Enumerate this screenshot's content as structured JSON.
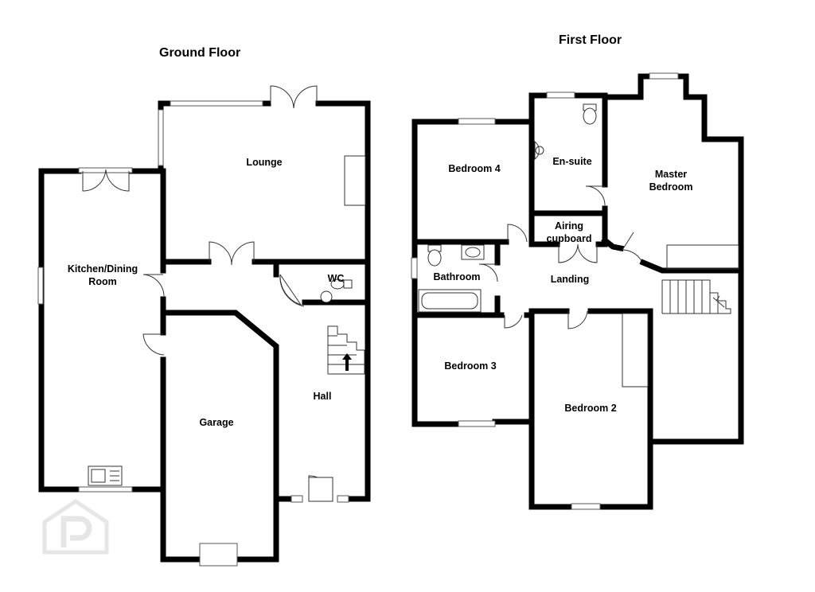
{
  "ground_floor": {
    "title": "Ground Floor",
    "rooms": {
      "lounge": "Lounge",
      "kitchen": [
        "Kitchen/Dining",
        "Room"
      ],
      "wc": "WC",
      "hall": "Hall",
      "garage": "Garage"
    }
  },
  "first_floor": {
    "title": "First Floor",
    "rooms": {
      "bedroom4": "Bedroom 4",
      "ensuite": "En-suite",
      "master": [
        "Master",
        "Bedroom"
      ],
      "airing": [
        "Airing",
        "cupboard"
      ],
      "bathroom": "Bathroom",
      "landing": "Landing",
      "bedroom3": "Bedroom 3",
      "bedroom2": "Bedroom 2"
    }
  },
  "icons": {
    "watermark": "property-logo-watermark",
    "stairs_arrow": "up-arrow-icon"
  }
}
